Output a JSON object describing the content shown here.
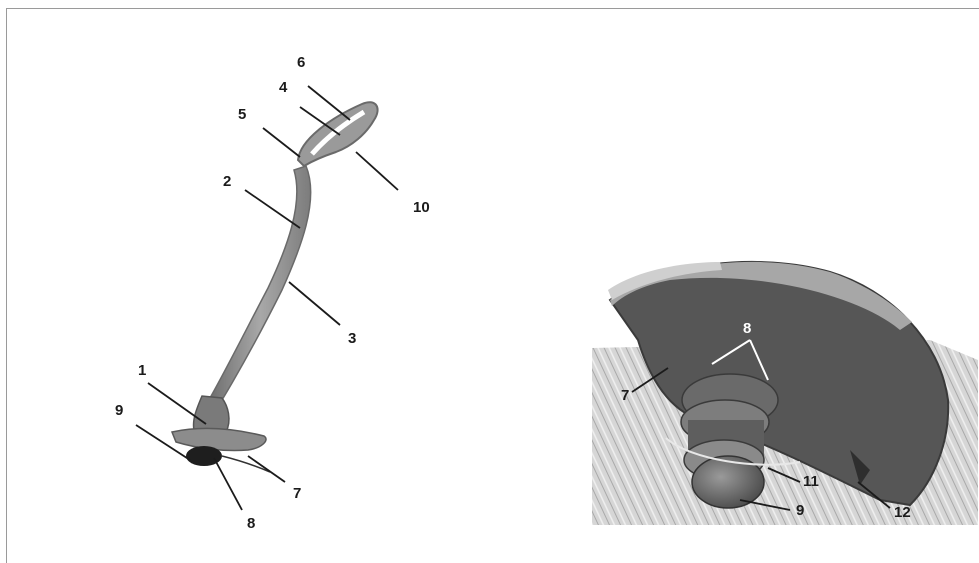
{
  "left_figure": {
    "labels": [
      "1",
      "2",
      "3",
      "4",
      "5",
      "6",
      "7",
      "8",
      "9",
      "10"
    ]
  },
  "right_figure": {
    "labels": [
      "7",
      "8",
      "9",
      "11",
      "12"
    ]
  },
  "colors": {
    "frame": "#9a9a9a",
    "tool_body": "#8f8f8f",
    "guard": "#5a5a5a",
    "label": "#1b1b1b"
  }
}
